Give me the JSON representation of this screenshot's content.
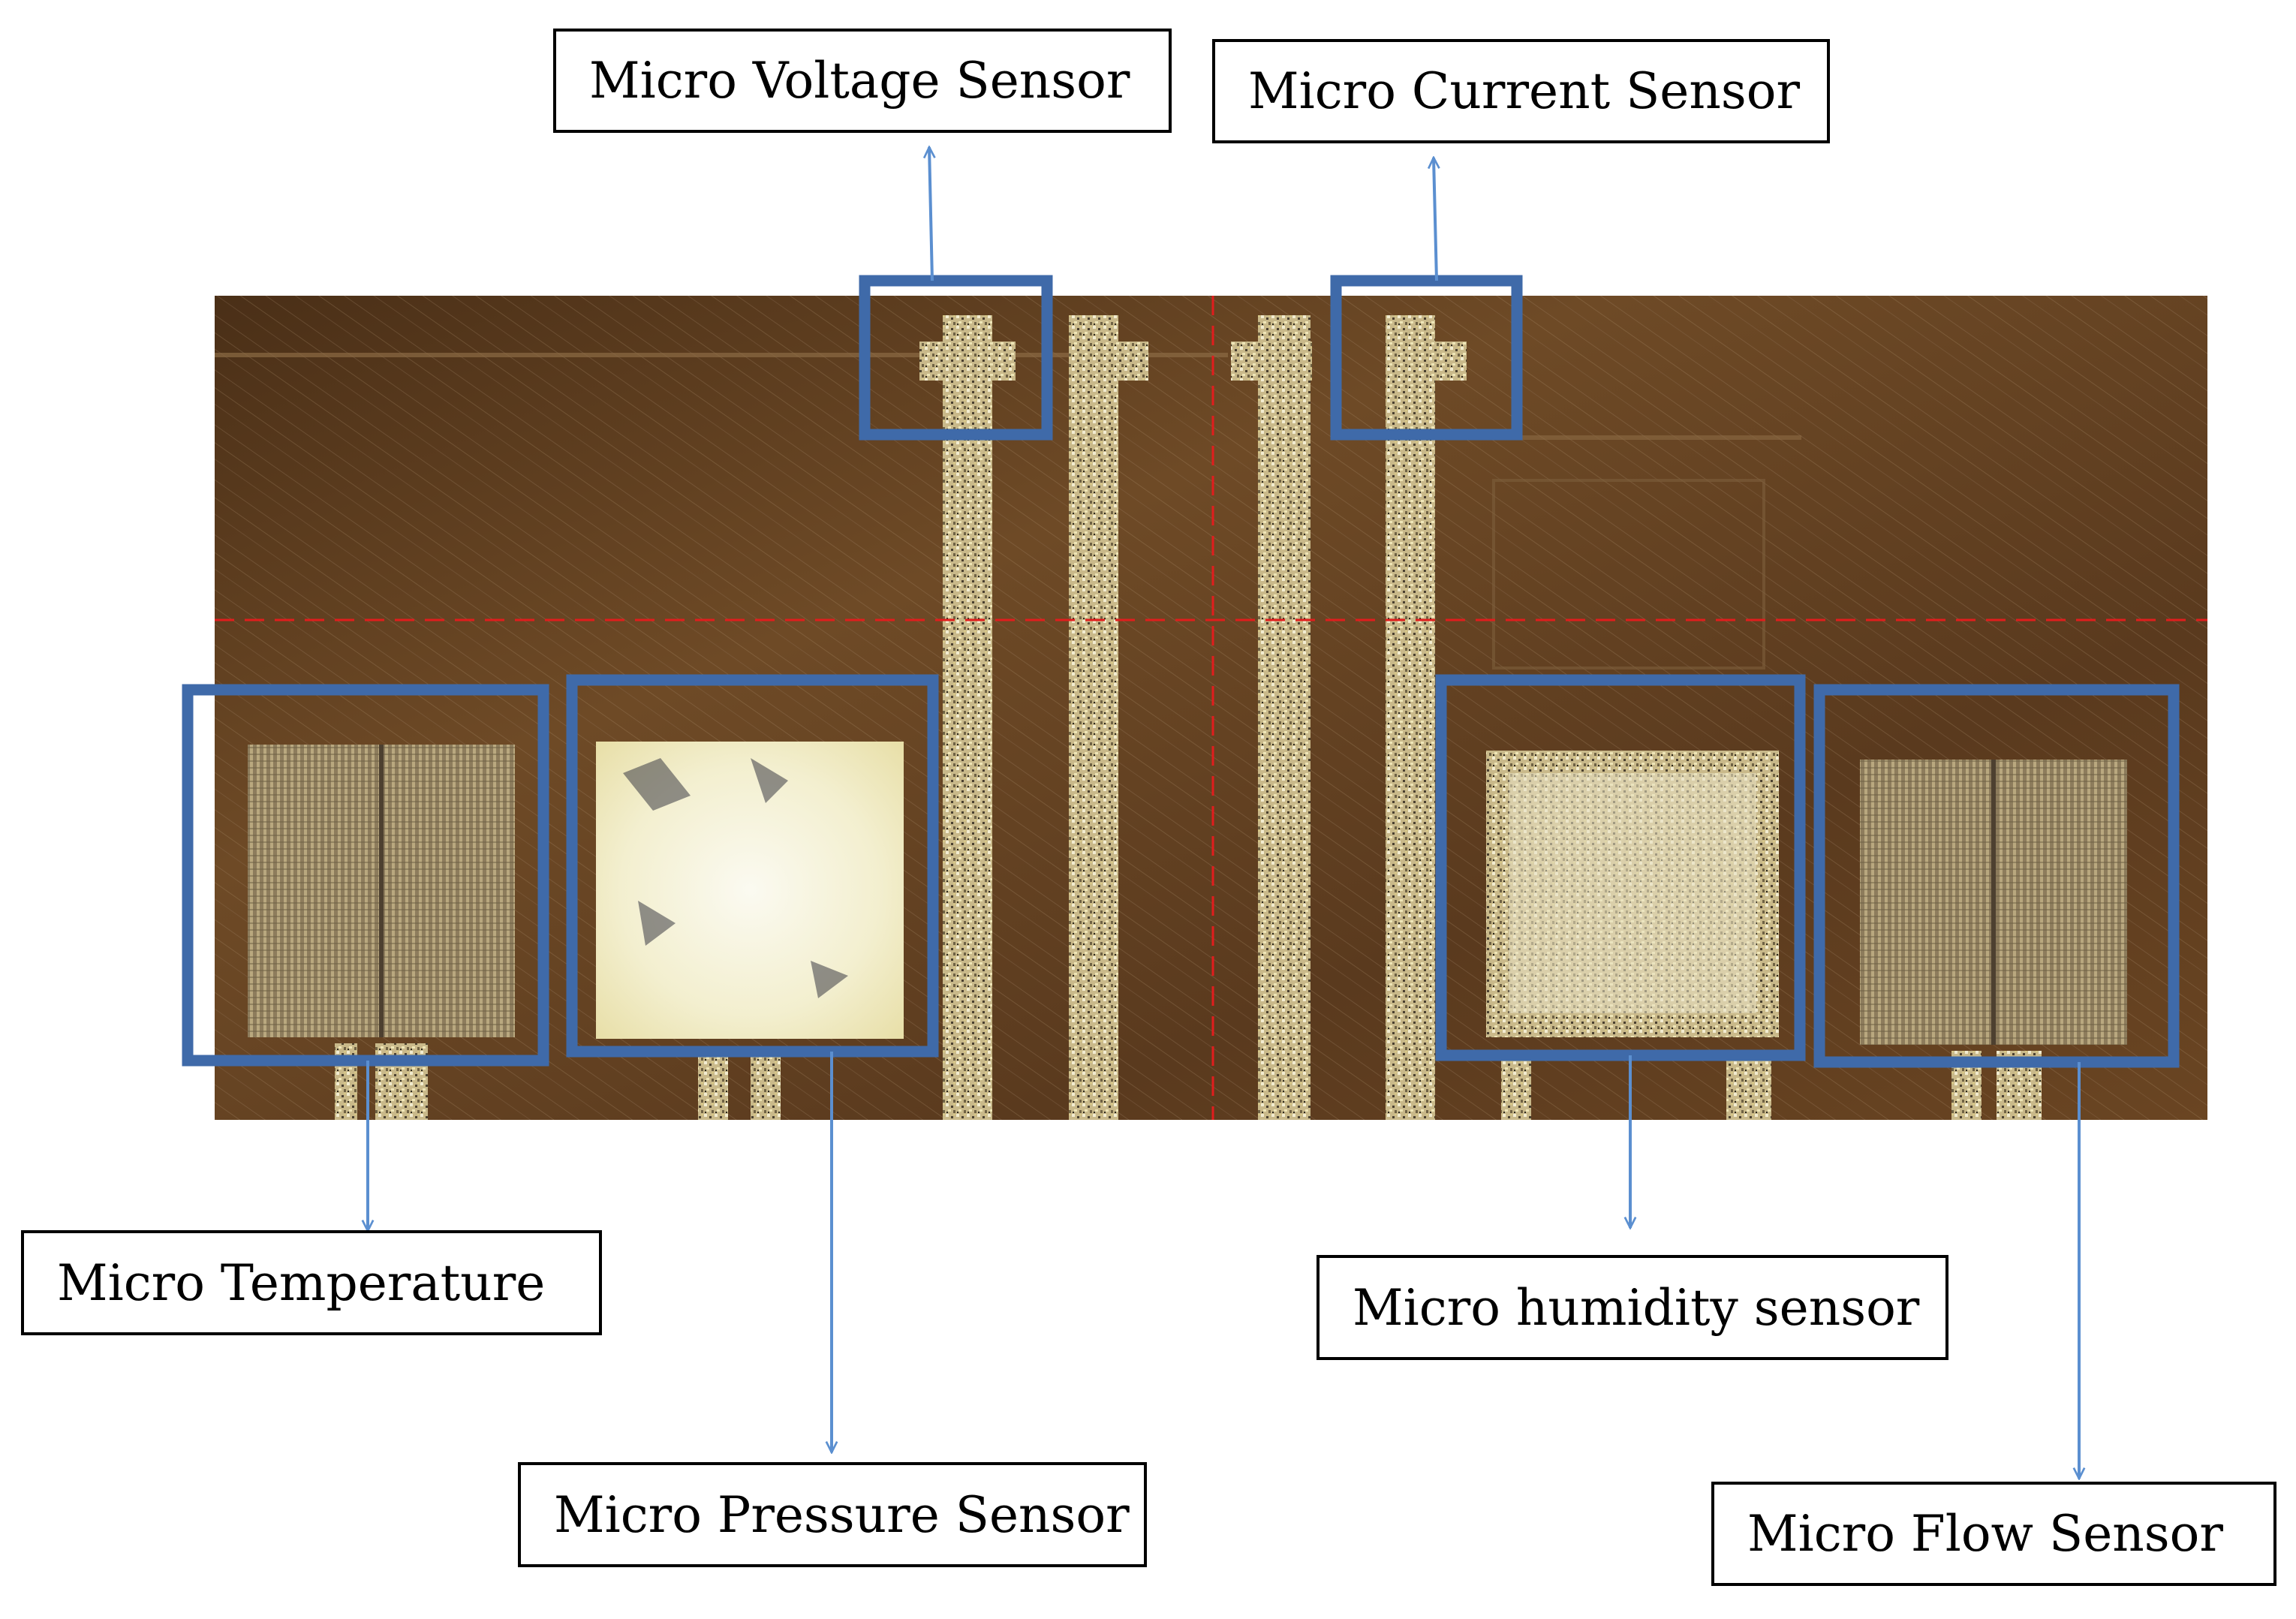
{
  "figure": {
    "labels": {
      "voltage": "Micro Voltage Sensor",
      "current": "Micro Current Sensor",
      "temperature": "Micro Temperature",
      "pressure": "Micro Pressure Sensor",
      "humidity": "Micro humidity sensor",
      "flow": "Micro Flow Sensor"
    }
  },
  "colors": {
    "highlight_frame": "#3f6aa9",
    "arrow": "#5b8fd0",
    "guide_line": "#e11d1d",
    "substrate": "#5a3a1e"
  }
}
